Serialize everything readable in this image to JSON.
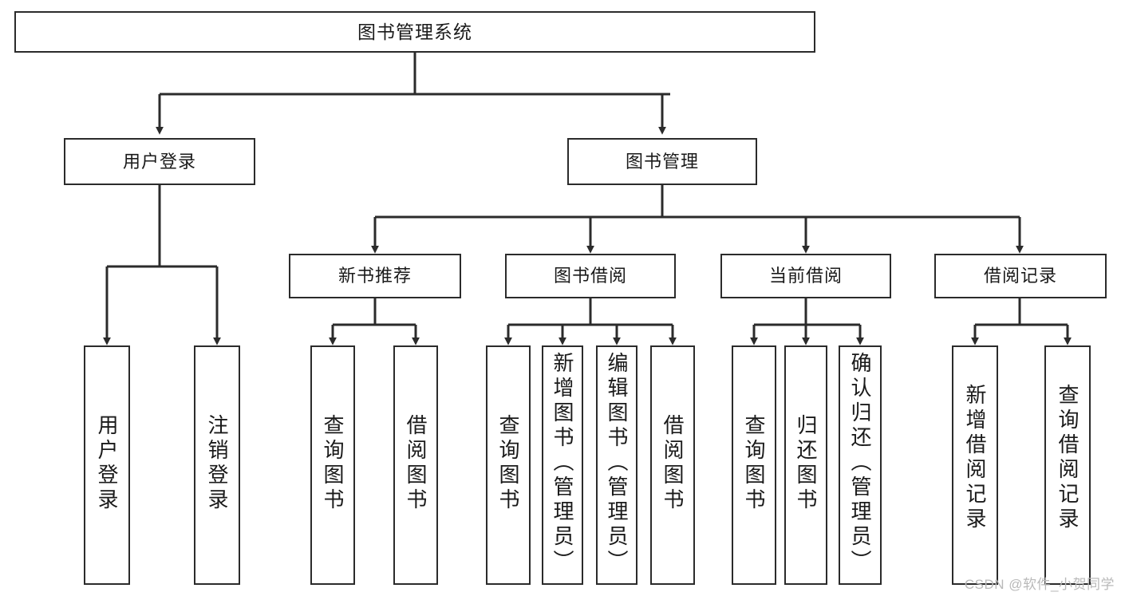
{
  "diagram": {
    "type": "tree",
    "title": "图书管理系统",
    "orientation": "top-down",
    "watermark": "CSDN @软件_小贺同学",
    "colors": {
      "box_border": "#2b2b2b",
      "box_fill": "#ffffff",
      "connector": "#2b2b2b",
      "text": "#1a1a1a",
      "watermark": "#b9b9b9"
    }
  },
  "nodes": {
    "root": {
      "label": "图书管理系统",
      "level": 0,
      "orient": "horizontal"
    },
    "user_login": {
      "label": "用户登录",
      "level": 1,
      "orient": "horizontal"
    },
    "book_manage": {
      "label": "图书管理",
      "level": 1,
      "orient": "horizontal"
    },
    "new_book_rec": {
      "label": "新书推荐",
      "level": 2,
      "orient": "horizontal"
    },
    "book_borrow": {
      "label": "图书借阅",
      "level": 2,
      "orient": "horizontal"
    },
    "current_borrow": {
      "label": "当前借阅",
      "level": 2,
      "orient": "horizontal"
    },
    "borrow_record": {
      "label": "借阅记录",
      "level": 2,
      "orient": "horizontal"
    },
    "leaf_user_login": {
      "label": "用户登录",
      "level": 3,
      "orient": "vertical"
    },
    "leaf_logout": {
      "label": "注销登录",
      "level": 3,
      "orient": "vertical"
    },
    "leaf_q_book_1": {
      "label": "查询图书",
      "level": 3,
      "orient": "vertical"
    },
    "leaf_b_book_1": {
      "label": "借阅图书",
      "level": 3,
      "orient": "vertical"
    },
    "leaf_q_book_2": {
      "label": "查询图书",
      "level": 3,
      "orient": "vertical"
    },
    "leaf_add_book": {
      "label": "新增图书（管理员）",
      "level": 3,
      "orient": "vertical"
    },
    "leaf_edit_book": {
      "label": "编辑图书（管理员）",
      "level": 3,
      "orient": "vertical"
    },
    "leaf_b_book_2": {
      "label": "借阅图书",
      "level": 3,
      "orient": "vertical"
    },
    "leaf_q_book_3": {
      "label": "查询图书",
      "level": 3,
      "orient": "vertical"
    },
    "leaf_return": {
      "label": "归还图书",
      "level": 3,
      "orient": "vertical"
    },
    "leaf_confirm": {
      "label": "确认归还（管理员）",
      "level": 3,
      "orient": "vertical"
    },
    "leaf_add_rec": {
      "label": "新增借阅记录",
      "level": 3,
      "orient": "vertical"
    },
    "leaf_q_rec": {
      "label": "查询借阅记录",
      "level": 3,
      "orient": "vertical"
    }
  },
  "edges": [
    {
      "from": "root",
      "to": "user_login"
    },
    {
      "from": "root",
      "to": "book_manage"
    },
    {
      "from": "user_login",
      "to": "leaf_user_login"
    },
    {
      "from": "user_login",
      "to": "leaf_logout"
    },
    {
      "from": "book_manage",
      "to": "new_book_rec"
    },
    {
      "from": "book_manage",
      "to": "book_borrow"
    },
    {
      "from": "book_manage",
      "to": "current_borrow"
    },
    {
      "from": "book_manage",
      "to": "borrow_record"
    },
    {
      "from": "new_book_rec",
      "to": "leaf_q_book_1"
    },
    {
      "from": "new_book_rec",
      "to": "leaf_b_book_1"
    },
    {
      "from": "book_borrow",
      "to": "leaf_q_book_2"
    },
    {
      "from": "book_borrow",
      "to": "leaf_add_book"
    },
    {
      "from": "book_borrow",
      "to": "leaf_edit_book"
    },
    {
      "from": "book_borrow",
      "to": "leaf_b_book_2"
    },
    {
      "from": "current_borrow",
      "to": "leaf_q_book_3"
    },
    {
      "from": "current_borrow",
      "to": "leaf_return"
    },
    {
      "from": "current_borrow",
      "to": "leaf_confirm"
    },
    {
      "from": "borrow_record",
      "to": "leaf_add_rec"
    },
    {
      "from": "borrow_record",
      "to": "leaf_q_rec"
    }
  ]
}
